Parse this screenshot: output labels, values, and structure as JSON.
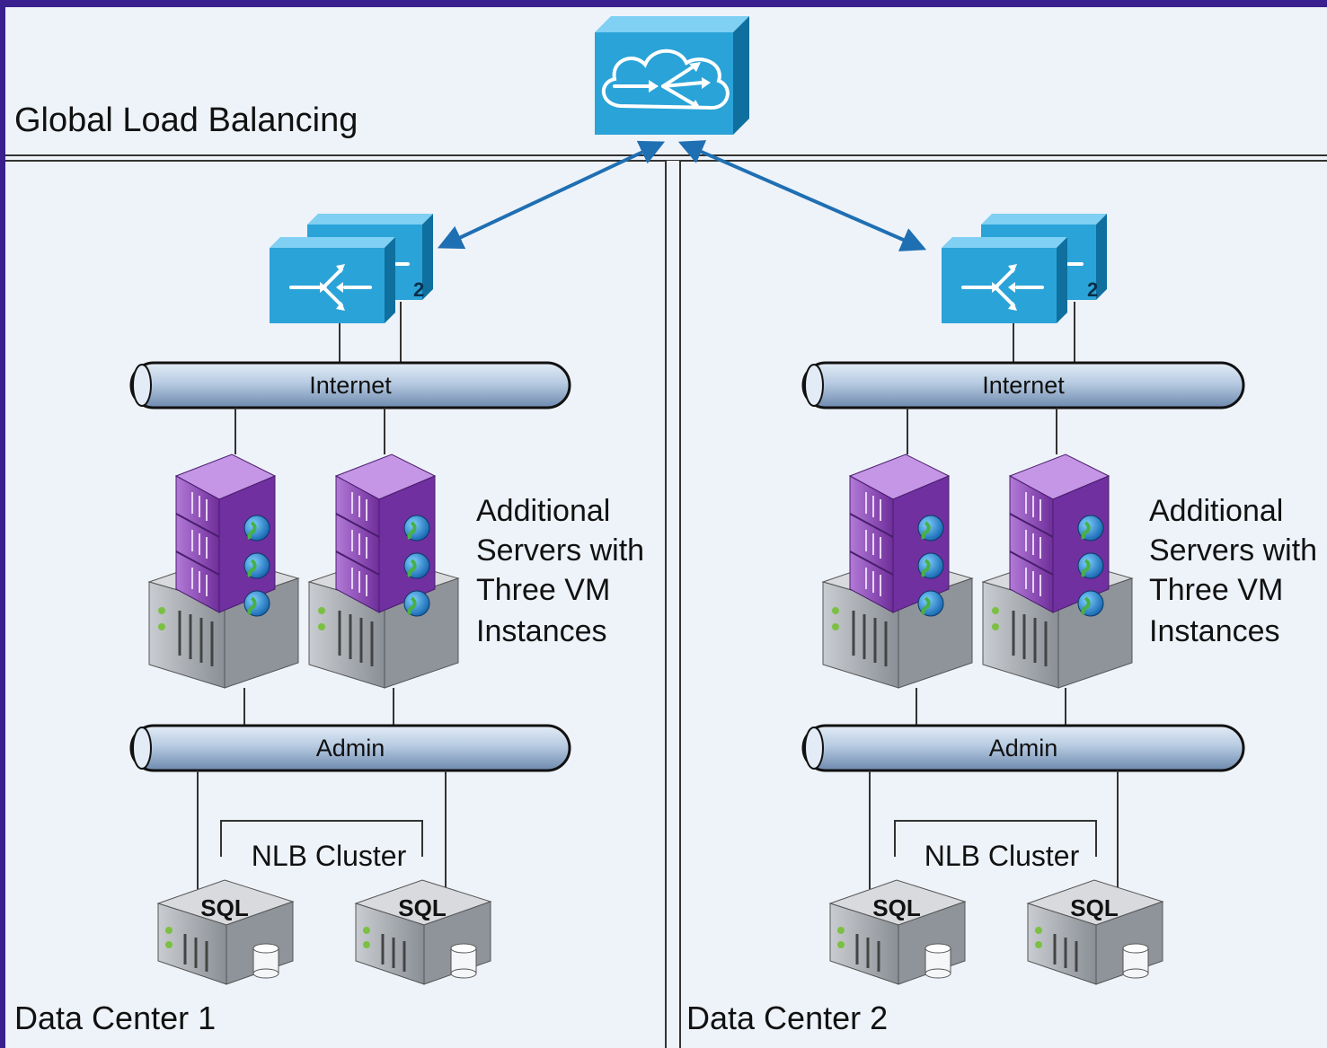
{
  "title": "Global Load Balancing",
  "datacenters": [
    {
      "label": "Data Center 1",
      "switch_badge": "2",
      "internet_label": "Internet",
      "admin_label": "Admin",
      "vm_note": [
        "Additional",
        "Servers with",
        "Three VM",
        "Instances"
      ],
      "cluster_label": "NLB Cluster",
      "sql_labels": [
        "SQL",
        "SQL"
      ]
    },
    {
      "label": "Data Center 2",
      "switch_badge": "2",
      "internet_label": "Internet",
      "admin_label": "Admin",
      "vm_note": [
        "Additional",
        "Servers with",
        "Three VM",
        "Instances"
      ],
      "cluster_label": "NLB Cluster",
      "sql_labels": [
        "SQL",
        "SQL"
      ]
    }
  ],
  "colors": {
    "frame": "#3a1f8f",
    "panel": "#eef3f9",
    "switch": "#2aa3d8",
    "switch_dark": "#0f6f9f",
    "pipe": "#b9cde3",
    "vm": "#8a45b8",
    "server": "#a7abb0",
    "arrow": "#1f6fb3"
  },
  "icons": [
    "cloud-router-icon",
    "load-balancer-switch-icon",
    "vm-stack-icon",
    "server-chassis-icon",
    "sql-server-icon",
    "database-icon",
    "globe-icon"
  ]
}
